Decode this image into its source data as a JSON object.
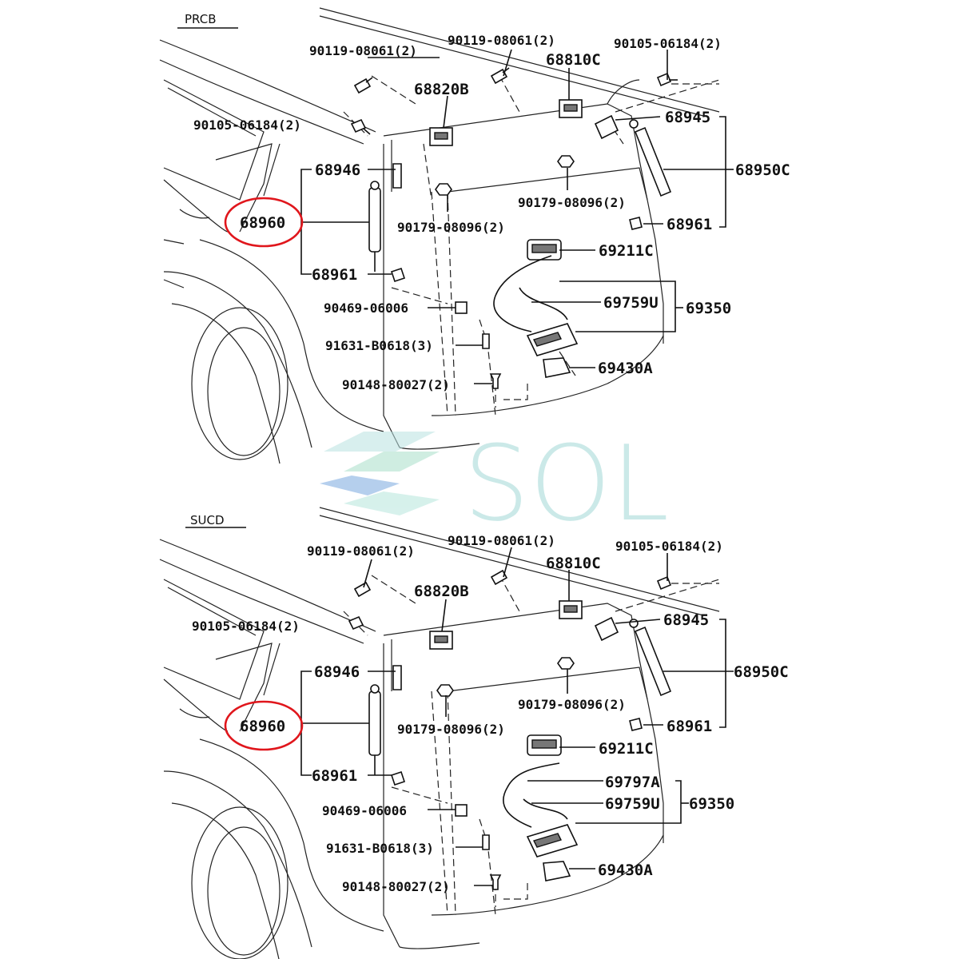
{
  "panels": [
    {
      "tag": "PRCB",
      "labels": {
        "p1": "90119-08061(2)",
        "p2": "90119-08061(2)",
        "p3": "90105-06184(2)",
        "p4": "68810C",
        "p5": "68820B",
        "p6": "90105-06184(2)",
        "p7": "68945",
        "p8": "68946",
        "p9": "68950C",
        "p10": "68960",
        "p11": "90179-08096(2)",
        "p12": "90179-08096(2)",
        "p13": "68961",
        "p14": "69211C",
        "p15": "68961",
        "p16": "90469-06006",
        "p17": "69759U",
        "p18": "69350",
        "p19": "91631-B0618(3)",
        "p20": "69430A",
        "p21": "90148-80027(2)"
      }
    },
    {
      "tag": "SUCD",
      "labels": {
        "p1": "90119-08061(2)",
        "p2": "90119-08061(2)",
        "p3": "90105-06184(2)",
        "p4": "68810C",
        "p5": "68820B",
        "p6": "90105-06184(2)",
        "p7": "68945",
        "p8": "68946",
        "p9": "68950C",
        "p10": "68960",
        "p11": "90179-08096(2)",
        "p12": "90179-08096(2)",
        "p13": "68961",
        "p14": "69211C",
        "p15": "68961",
        "p16": "90469-06006",
        "p22": "69797A",
        "p17": "69759U",
        "p18": "69350",
        "p19": "91631-B0618(3)",
        "p20": "69430A",
        "p21": "90148-80027(2)"
      }
    }
  ],
  "highlight_part": "68960",
  "highlight_color": "#e0161c",
  "watermark": {
    "text": "SOL",
    "color": "#a9dbd9"
  }
}
